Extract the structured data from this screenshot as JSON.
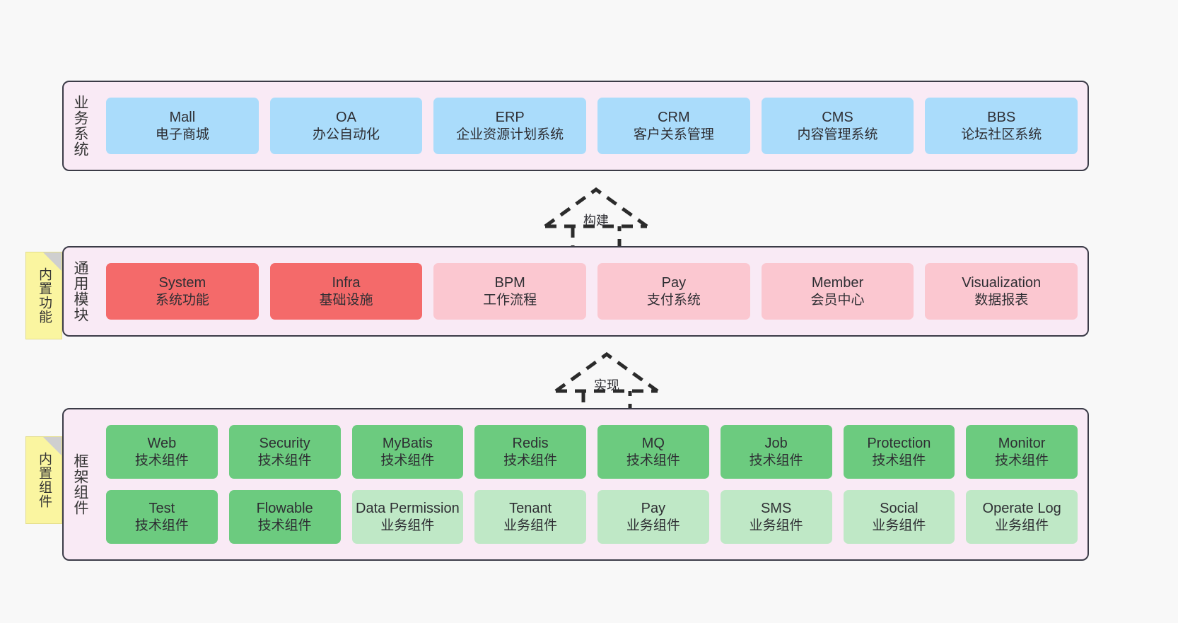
{
  "diagram": {
    "background": "#f8f8f8",
    "panel_bg": "#f9eaf5",
    "panel_border": "#3b3b47"
  },
  "layers": [
    {
      "id": "business",
      "title": "业务系统",
      "note": null,
      "rows": [
        {
          "cards": [
            {
              "name": "Mall",
              "sub": "电子商城",
              "style": "c-blue"
            },
            {
              "name": "OA",
              "sub": "办公自动化",
              "style": "c-blue"
            },
            {
              "name": "ERP",
              "sub": "企业资源计划系统",
              "style": "c-blue"
            },
            {
              "name": "CRM",
              "sub": "客户关系管理",
              "style": "c-blue"
            },
            {
              "name": "CMS",
              "sub": "内容管理系统",
              "style": "c-blue"
            },
            {
              "name": "BBS",
              "sub": "论坛社区系统",
              "style": "c-blue"
            }
          ]
        }
      ]
    },
    {
      "id": "modules",
      "title": "通用模块",
      "note": "内置功能",
      "rows": [
        {
          "cards": [
            {
              "name": "System",
              "sub": "系统功能",
              "style": "c-red"
            },
            {
              "name": "Infra",
              "sub": "基础设施",
              "style": "c-red"
            },
            {
              "name": "BPM",
              "sub": "工作流程",
              "style": "c-pink"
            },
            {
              "name": "Pay",
              "sub": "支付系统",
              "style": "c-pink"
            },
            {
              "name": "Member",
              "sub": "会员中心",
              "style": "c-pink"
            },
            {
              "name": "Visualization",
              "sub": "数据报表",
              "style": "c-pink"
            }
          ]
        }
      ]
    },
    {
      "id": "framework",
      "title": "框架组件",
      "note": "内置组件",
      "rows": [
        {
          "cards": [
            {
              "name": "Web",
              "sub": "技术组件",
              "style": "c-green"
            },
            {
              "name": "Security",
              "sub": "技术组件",
              "style": "c-green"
            },
            {
              "name": "MyBatis",
              "sub": "技术组件",
              "style": "c-green"
            },
            {
              "name": "Redis",
              "sub": "技术组件",
              "style": "c-green"
            },
            {
              "name": "MQ",
              "sub": "技术组件",
              "style": "c-green"
            },
            {
              "name": "Job",
              "sub": "技术组件",
              "style": "c-green"
            },
            {
              "name": "Protection",
              "sub": "技术组件",
              "style": "c-green"
            },
            {
              "name": "Monitor",
              "sub": "技术组件",
              "style": "c-green"
            }
          ]
        },
        {
          "cards": [
            {
              "name": "Test",
              "sub": "技术组件",
              "style": "c-green"
            },
            {
              "name": "Flowable",
              "sub": "技术组件",
              "style": "c-green"
            },
            {
              "name": "Data Permission",
              "sub": "业务组件",
              "style": "c-lightgreen"
            },
            {
              "name": "Tenant",
              "sub": "业务组件",
              "style": "c-lightgreen"
            },
            {
              "name": "Pay",
              "sub": "业务组件",
              "style": "c-lightgreen"
            },
            {
              "name": "SMS",
              "sub": "业务组件",
              "style": "c-lightgreen"
            },
            {
              "name": "Social",
              "sub": "业务组件",
              "style": "c-lightgreen"
            },
            {
              "name": "Operate Log",
              "sub": "业务组件",
              "style": "c-lightgreen"
            }
          ]
        }
      ]
    }
  ],
  "connectors": [
    {
      "id": "build",
      "label": "构建"
    },
    {
      "id": "implement",
      "label": "实现"
    }
  ],
  "colors": {
    "blue": "#aadcfb",
    "red": "#f46a6a",
    "pink": "#fbc7d0",
    "green": "#6ccb7f",
    "light_green": "#bfe8c6",
    "note_yellow": "#faf5a0",
    "panel": "#f9eaf5",
    "border": "#3b3b47"
  }
}
